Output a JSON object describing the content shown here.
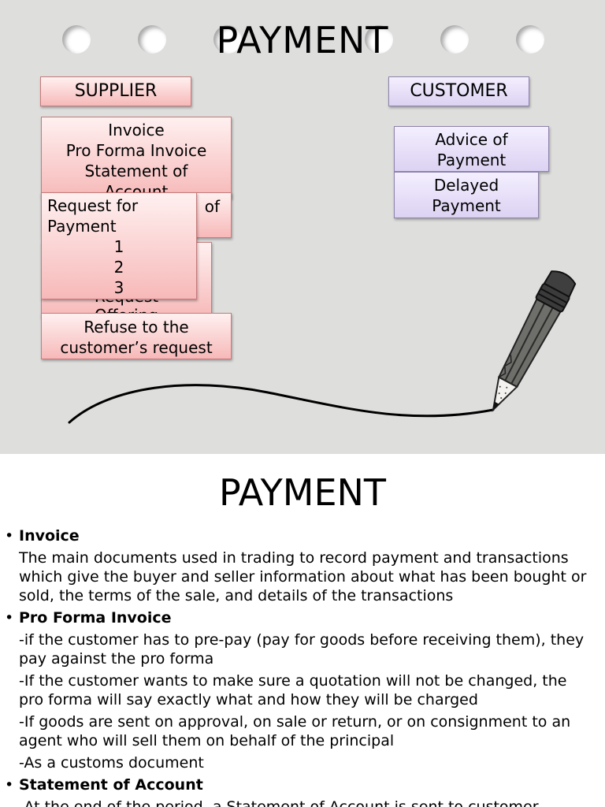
{
  "slide1": {
    "title": "PAYMENT",
    "supplier": {
      "header": "SUPPLIER",
      "box1_lines": [
        "Invoice",
        "Pro Forma Invoice",
        "Statement of",
        "Account"
      ],
      "box2_hidden": "of",
      "box3_hidden_lines": [
        "Request",
        "Offering"
      ],
      "box4_lines": [
        "Request for",
        "Payment",
        "1",
        "2",
        "3"
      ],
      "box5_lines": [
        "Refuse to the",
        "customer’s request"
      ]
    },
    "customer": {
      "header": "CUSTOMER",
      "box1_lines": [
        "Advice of",
        "Payment"
      ],
      "box2_lines": [
        "Delayed",
        "Payment"
      ]
    }
  },
  "slide2": {
    "title": "PAYMENT",
    "items": [
      {
        "heading": "Invoice",
        "paragraphs": [
          "The main documents used in trading to record payment and transactions which give the buyer and seller information about what has been bought or sold, the terms of the sale, and details of the transactions"
        ]
      },
      {
        "heading": "Pro Forma Invoice",
        "paragraphs": [
          "-if the customer has to pre-pay (pay for goods before receiving them), they pay against the pro forma",
          "-If the customer wants to make sure a quotation will not be changed, the pro forma will say exactly what and how they will be charged",
          "-If goods are sent on approval, on sale or return, or on consignment  to an agent who will sell them on behalf of the principal",
          "-As a customs document"
        ]
      },
      {
        "heading": "Statement of Account",
        "paragraphs": [
          "-At the end of the period, a Statement of Account is sent to customer"
        ]
      }
    ],
    "bullet": "•"
  }
}
